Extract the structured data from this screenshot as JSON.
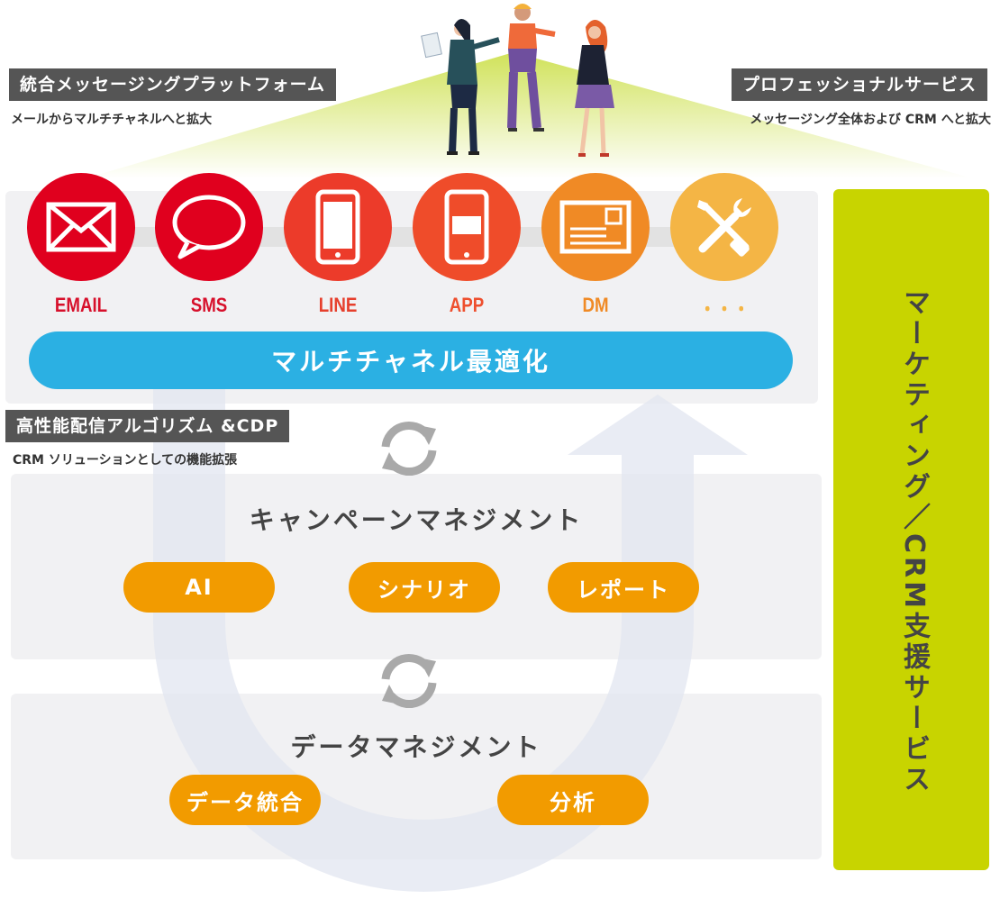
{
  "top_left": {
    "title": "統合メッセージングプラットフォーム",
    "subtitle": "メールからマルチチャネルへと拡大"
  },
  "top_right": {
    "title": "プロフェッショナルサービス",
    "subtitle": "メッセージング全体および CRM へと拡大"
  },
  "channels": [
    {
      "label": "EMAIL",
      "icon": "envelope-icon",
      "color": "#e0001e"
    },
    {
      "label": "SMS",
      "icon": "speech-bubble-icon",
      "color": "#e0001e"
    },
    {
      "label": "LINE",
      "icon": "smartphone-icon",
      "color": "#ec3b2a"
    },
    {
      "label": "APP",
      "icon": "smartphone-app-icon",
      "color": "#ef4c2a"
    },
    {
      "label": "DM",
      "icon": "postcard-icon",
      "color": "#f08a25"
    },
    {
      "label": "・・・",
      "icon": "tools-icon",
      "color": "#f4b545"
    }
  ],
  "multichannel_bar": "マルチチャネル最適化",
  "algorithm": {
    "title": "高性能配信アルゴリズム &CDP",
    "subtitle": "CRM ソリューションとしての機能拡張"
  },
  "campaign": {
    "heading": "キャンペーンマネジメント",
    "items": [
      "AI",
      "シナリオ",
      "レポート"
    ]
  },
  "data_mgmt": {
    "heading": "データマネジメント",
    "items": [
      "データ統合",
      "分析"
    ]
  },
  "side_panel": "マーケティング／CRM支援サービス",
  "colors": {
    "accent_blue": "#2bb0e3",
    "accent_orange": "#f29b00",
    "side_green": "#c8d400",
    "panel_gray": "#f1f1f3",
    "tag_gray": "#555555"
  }
}
